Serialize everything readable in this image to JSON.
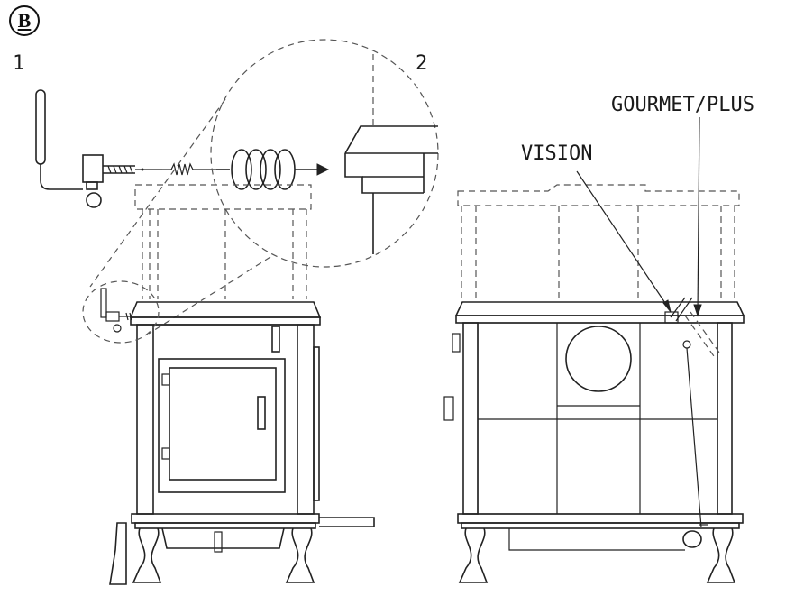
{
  "panel_badge": "B",
  "step_labels": {
    "step1": "1",
    "step2": "2"
  },
  "model_labels": {
    "vision": "VISION",
    "gourmet_plus": "GOURMET/PLUS"
  }
}
